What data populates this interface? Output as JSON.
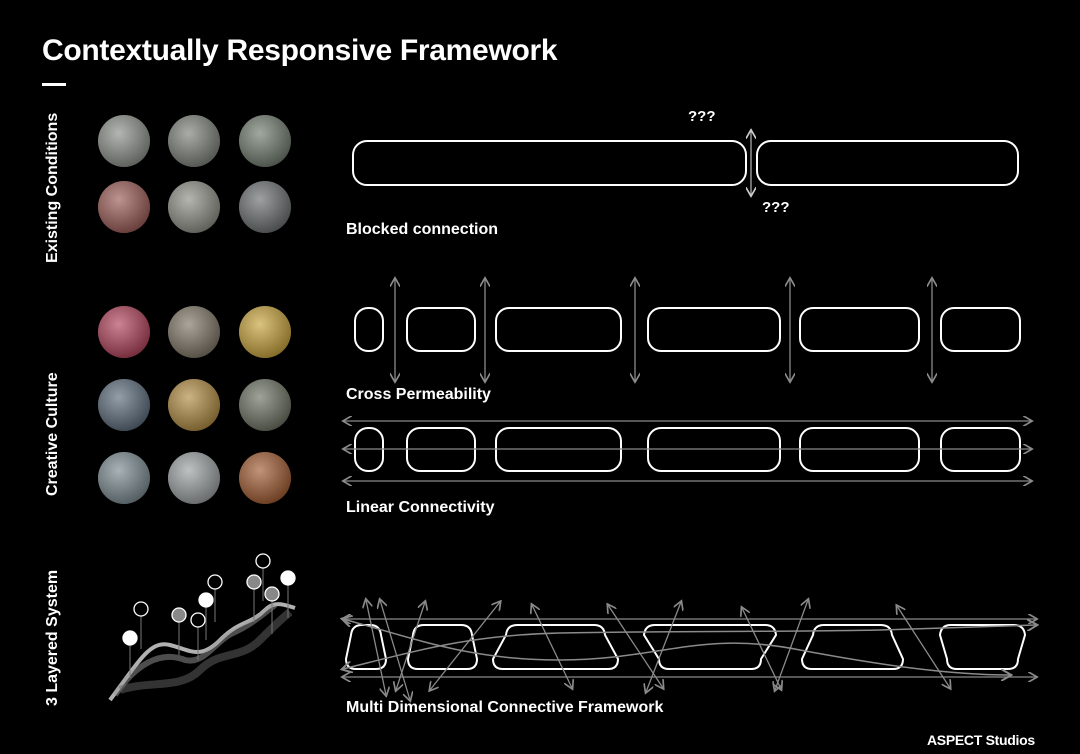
{
  "title": "Contextually Responsive Framework",
  "sections": {
    "existing": "Existing Conditions",
    "creative": "Creative Culture",
    "layered": "3 Layered System"
  },
  "diagrams": {
    "blocked": {
      "label": "Blocked connection",
      "question_top": "???",
      "question_bottom": "???"
    },
    "cross": {
      "label": "Cross Permeability"
    },
    "linear": {
      "label": "Linear Connectivity"
    },
    "multi": {
      "label": "Multi Dimensional Connective Framework"
    }
  },
  "photos": {
    "existing": [
      "#8a8f88",
      "#7b8078",
      "#6f7a6c",
      "#9a5a55",
      "#8e8e86",
      "#6a6e70"
    ],
    "creative": [
      "#b0415a",
      "#7d7464",
      "#c7a23a",
      "#5a6a7a",
      "#b08a40",
      "#6a7060",
      "#7a8a90",
      "#9aa0a0",
      "#a05a30"
    ]
  },
  "layered_icons": [
    "people-icon",
    "tree-icon",
    "bike-icon",
    "tree-icon",
    "people-icon",
    "tree-icon",
    "bike-icon",
    "tree-icon",
    "bike-icon",
    "people-icon"
  ],
  "brand": "ASPECT Studios",
  "colors": {
    "background": "#000000",
    "line": "#ffffff",
    "arrow": "#8a8a8a"
  }
}
